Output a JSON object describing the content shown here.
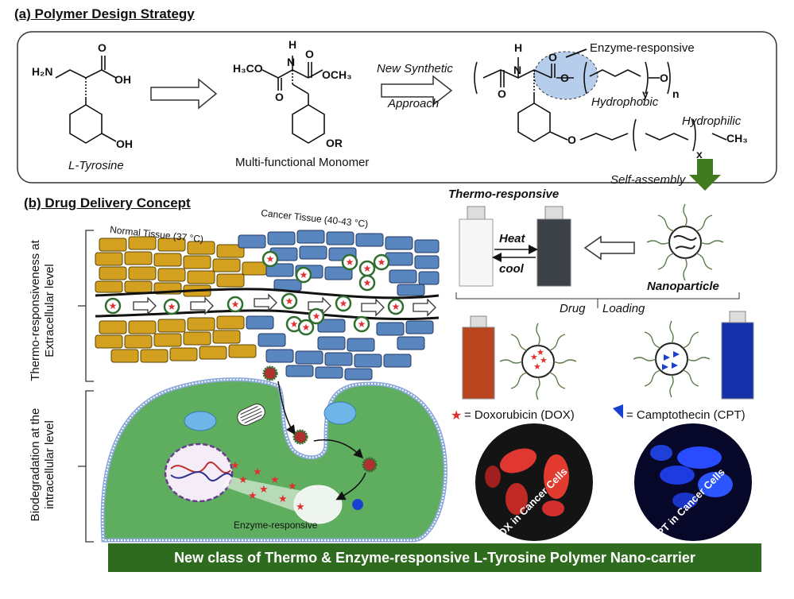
{
  "section_a": {
    "title": "(a) Polymer Design Strategy",
    "tyrosine": {
      "amine": "H₂N",
      "hydroxyl": "OH",
      "oxygen": "O",
      "phenol_oh": "OH",
      "name": "L-Tyrosine"
    },
    "monomer": {
      "h": "H",
      "n": "N",
      "left_group": "H₃CO",
      "right_group": "OCH₃",
      "o_left": "O",
      "o_right": "O",
      "or": "OR",
      "name": "Multi-functional Monomer"
    },
    "arrow_label_top": "New  Synthetic",
    "arrow_label_bottom": "Approach",
    "polymer": {
      "h": "H",
      "n": "N",
      "o1": "O",
      "o2": "O",
      "o3": "O",
      "o4": "O",
      "o5": "O",
      "y": "y",
      "n_sub": "n",
      "x": "x",
      "ch3": "CH₃",
      "enzyme_label": "Enzyme-responsive",
      "hydrophobic": "Hydrophobic",
      "hydrophilic": "Hydrophilic"
    },
    "self_assembly": "Self-assembly"
  },
  "section_b": {
    "title": "(b) Drug Delivery Concept",
    "side_label_top": "Thermo-responsiveness at Extracellular level",
    "side_label_bottom": "Biodegradation at the intracellular level",
    "normal_tissue": "Normal Tissue  (37 °C)",
    "cancer_tissue": "Cancer Tissue (40-43 °C)",
    "enzyme_responsive": "Enzyme-responsive",
    "thermo_title": "Thermo-responsive",
    "heat": "Heat",
    "cool": "cool",
    "nanoparticle": "Nanoparticle",
    "drug": "Drug",
    "loading": "Loading",
    "dox_legend": "= Doxorubicin (DOX)",
    "cpt_legend": "= Camptothecin (CPT)",
    "dox_cells": "DOX in Cancer Cells",
    "cpt_cells": "CPT in Cancer Cells"
  },
  "banner": "New class of Thermo & Enzyme-responsive L-Tyrosine Polymer Nano-carrier",
  "colors": {
    "normal_tissue": "#d4a020",
    "cancer_tissue": "#5a86bf",
    "banner": "#2e6b1f",
    "cell": "#5fae5f",
    "dox": "#e03030",
    "cpt": "#1a40d0"
  }
}
